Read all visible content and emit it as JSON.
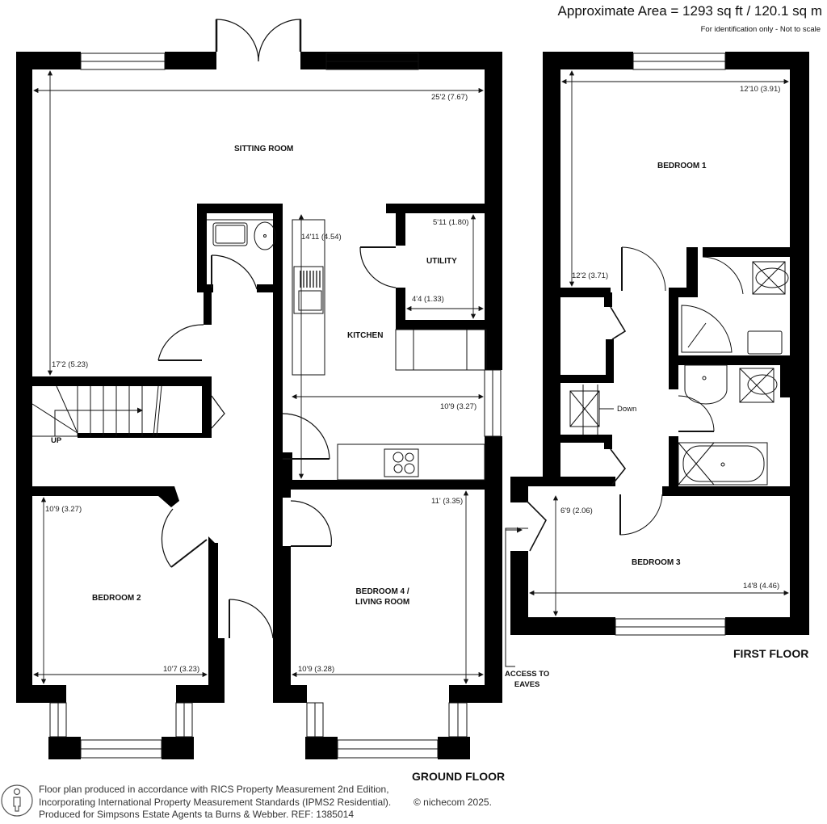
{
  "header": {
    "approximate_area": "Approximate Area = 1293 sq ft / 120.1 sq m",
    "note": "For identification only - Not to scale"
  },
  "floors": [
    {
      "name": "GROUND FLOOR",
      "rooms": [
        {
          "name": "SITTING ROOM",
          "dims": [
            "25'2 (7.67)",
            "17'2 (5.23)"
          ]
        },
        {
          "name": "KITCHEN",
          "dims": [
            "14'11 (4.54)",
            "10'9 (3.27)"
          ]
        },
        {
          "name": "UTILITY",
          "dims": [
            "5'11 (1.80)",
            "4'4 (1.33)"
          ]
        },
        {
          "name": "BEDROOM 2",
          "dims": [
            "10'9 (3.27)",
            "10'7 (3.23)"
          ]
        },
        {
          "name_line1": "BEDROOM 4 /",
          "name_line2": "LIVING ROOM",
          "dims": [
            "11' (3.35)",
            "10'9 (3.28)"
          ]
        }
      ],
      "annotations": {
        "stairs": "UP"
      }
    },
    {
      "name": "FIRST FLOOR",
      "rooms": [
        {
          "name": "BEDROOM 1",
          "dims": [
            "12'10 (3.91)",
            "12'2 (3.71)"
          ]
        },
        {
          "name": "BEDROOM 3",
          "dims": [
            "6'9 (2.06)",
            "14'8 (4.46)"
          ]
        }
      ],
      "annotations": {
        "stairs": "Down",
        "eaves_line1": "ACCESS TO",
        "eaves_line2": "EAVES"
      }
    }
  ],
  "footer": {
    "line1": "Floor plan produced in accordance with RICS Property Measurement 2nd Edition,",
    "line2": "Incorporating International Property Measurement Standards (IPMS2 Residential).",
    "line3": "Produced for Simpsons Estate Agents ta Burns & Webber.   REF:  1385014",
    "copyright": "© nichecom 2025."
  },
  "colors": {
    "wall": "#000000",
    "background": "#ffffff",
    "line": "#111111"
  }
}
